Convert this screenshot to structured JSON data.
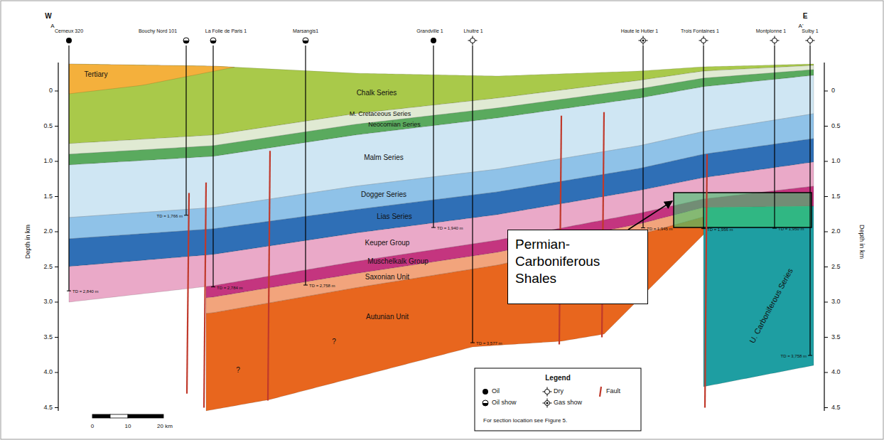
{
  "diagram": {
    "nodes": [
      {
        "text": [
          "Permian-Carboniferous Shales"
        ]
      }
    ],
    "labels": [
      "W",
      "A",
      "E",
      "A'",
      "Cerneux 320",
      "Bouchy Nord 101",
      "La Folie de Paris 1",
      "Marsangis1",
      "Grandville 1",
      "Lhuitre 1",
      "Haute le Hutier 1",
      "Trois Fontaines 1",
      "Montplonne 1",
      "Sulby 1",
      "TD = 2,840 m",
      "TD = 1,766 m",
      "TD = 2,784 m",
      "TD = 2,758 m",
      "TD = 1,940 m",
      "TD = 3,577 m",
      "TD = 1,945 m",
      "TD = 1,956 m",
      "TD = 1,950 m",
      "TD = 3,758 m",
      "Tertiary",
      "Chalk Series",
      "M. Cretaceous Series",
      "Neocomian Series",
      "Malm Series",
      "Dogger Series",
      "Lias Series",
      "Keuper Group",
      "Muschelkalk Group",
      "Saxonian Unit",
      "Autunian Unit",
      "U. Carboniferous Series",
      "?",
      "?",
      "0",
      "0.5",
      "1.0",
      "1.5",
      "2.0",
      "2.5",
      "3.0",
      "3.5",
      "4.0",
      "4.5",
      "Depth in km",
      "0",
      "0.5",
      "1.0",
      "1.5",
      "2.0",
      "2.5",
      "3.0",
      "3.5",
      "4.0",
      "4.5",
      "Depth in km",
      "0",
      "10",
      "20 km",
      "Legend",
      "For section location see Figure 5."
    ],
    "legend": [
      {
        "text": "Oil"
      },
      {
        "text": "Oil show"
      },
      {
        "text": "Dry"
      },
      {
        "text": "Gas show"
      },
      {
        "text": "Fault"
      }
    ]
  }
}
